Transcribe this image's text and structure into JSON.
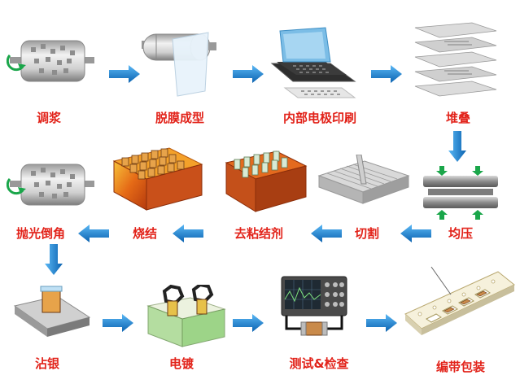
{
  "steps": [
    {
      "id": "slurry",
      "label": "调浆"
    },
    {
      "id": "tape-casting",
      "label": "脱膜成型"
    },
    {
      "id": "electrode-printing",
      "label": "内部电极印刷"
    },
    {
      "id": "stacking",
      "label": "堆叠"
    },
    {
      "id": "pressing",
      "label": "均压"
    },
    {
      "id": "cutting",
      "label": "切割"
    },
    {
      "id": "debinding",
      "label": "去粘结剂"
    },
    {
      "id": "sintering",
      "label": "烧结"
    },
    {
      "id": "polishing",
      "label": "抛光倒角"
    },
    {
      "id": "silver-dipping",
      "label": "沾银"
    },
    {
      "id": "plating",
      "label": "电镀"
    },
    {
      "id": "testing",
      "label": "测试&检查"
    },
    {
      "id": "taping",
      "label": "编带包装"
    }
  ],
  "colors": {
    "label": "#e2231a",
    "arrow": "#1e8fe6",
    "arrow_dark": "#0b62b0"
  }
}
